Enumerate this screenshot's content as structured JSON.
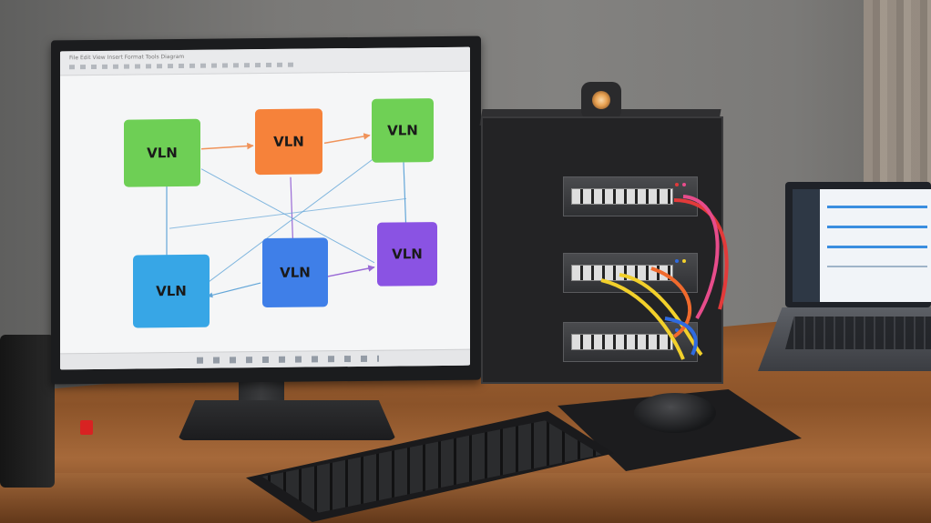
{
  "scene": {
    "monitor": {
      "toolbar_text": "File  Edit  View  Insert  Format  Tools  Diagram",
      "diagram": {
        "nodes": [
          {
            "id": "n1",
            "label": "VLN",
            "color": "#6ecf55"
          },
          {
            "id": "n2",
            "label": "VLN",
            "color": "#f6823a"
          },
          {
            "id": "n3",
            "label": "VLN",
            "color": "#6fd055"
          },
          {
            "id": "n4",
            "label": "VLN",
            "color": "#37a6e6"
          },
          {
            "id": "n5",
            "label": "VLN",
            "color": "#3f7fe8"
          },
          {
            "id": "n6",
            "label": "VLN",
            "color": "#8a53e3"
          }
        ],
        "edge_colors": {
          "orange": "#f0935a",
          "blue": "#63a6d8",
          "purple": "#9a6bd6"
        }
      }
    },
    "cable_colors": [
      "#e23a3a",
      "#e74c8b",
      "#f2d02b",
      "#2f6be0",
      "#f06a2d"
    ],
    "icons": {
      "camera": "webcam-icon",
      "monitor": "monitor-icon",
      "rack": "network-rack-icon",
      "laptop": "laptop-icon",
      "keyboard": "keyboard-icon",
      "mouse": "mouse-icon"
    }
  }
}
